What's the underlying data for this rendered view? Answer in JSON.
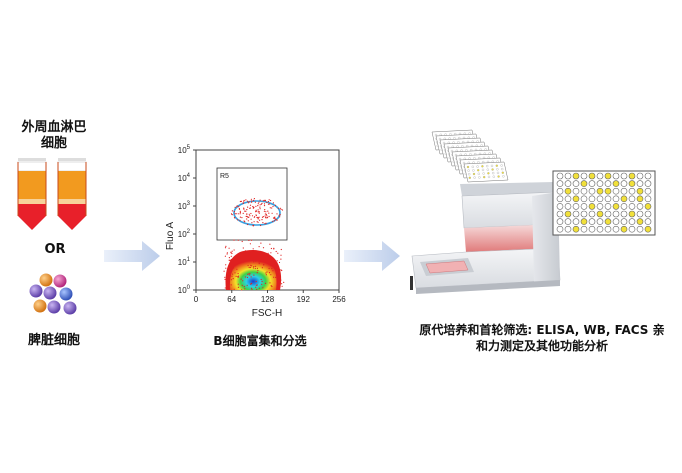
{
  "left": {
    "title_line1": "外周血淋巴",
    "title_line2": "细胞",
    "or_text": "OR",
    "spleen_label": "脾脏细胞"
  },
  "middle": {
    "caption": "B细胞富集和分选",
    "y_axis_label": "Fluo A",
    "x_axis_label": "FSC-H",
    "gate_label": "R5",
    "y_ticks": [
      {
        "base": "10",
        "exp": "0"
      },
      {
        "base": "10",
        "exp": "1"
      },
      {
        "base": "10",
        "exp": "2"
      },
      {
        "base": "10",
        "exp": "3"
      },
      {
        "base": "10",
        "exp": "4"
      },
      {
        "base": "10",
        "exp": "5"
      }
    ],
    "x_ticks": [
      "0",
      "64",
      "128",
      "192",
      "256"
    ]
  },
  "right": {
    "caption_line1": "原代培养和首轮筛选: ELISA, WB, FACS 亲",
    "caption_line2": "和力测定及其他功能分析"
  },
  "colors": {
    "arrow": "#c5d4ec",
    "tube_orange": "#f29a1f",
    "tube_red": "#e8202a",
    "gate_ellipse": "#3aa0e0",
    "well_yellow": "#f1e03a"
  }
}
